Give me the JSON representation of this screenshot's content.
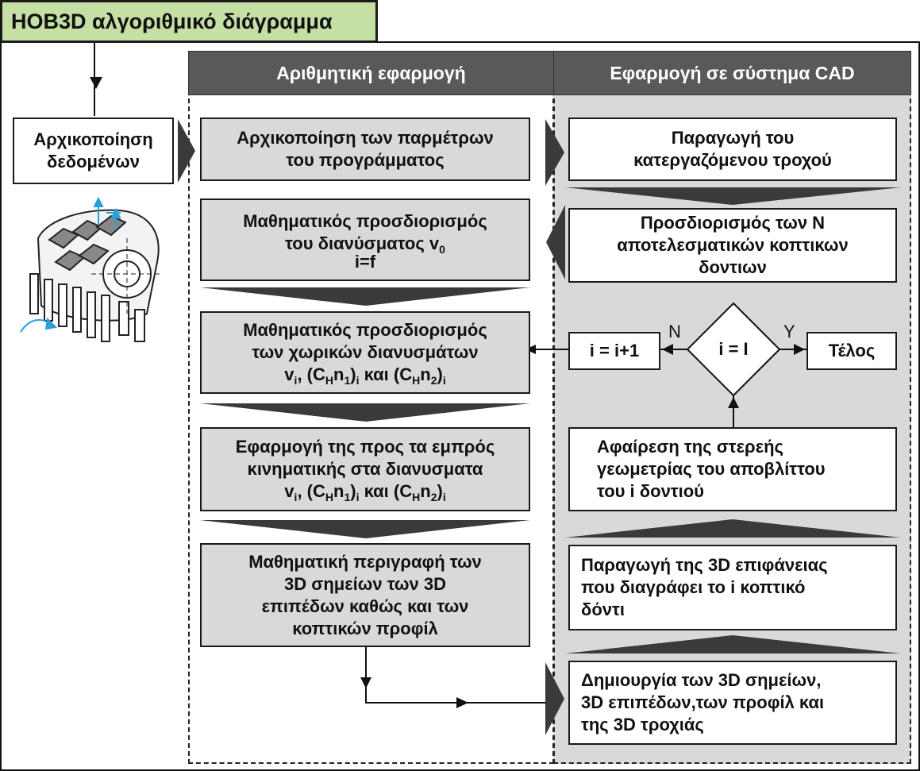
{
  "title": "HOB3D αλγοριθμικό διάγραμμα",
  "headers": {
    "left": "Αριθμητική εφαρμογή",
    "right": "Εφαρμογή σε σύστημα  CAD"
  },
  "input_box": [
    "Αρχικοποίηση",
    "δεδομένων"
  ],
  "left_steps": {
    "init": [
      "Αρχικοποίηση των παρμέτρων",
      "του προγράμματος"
    ],
    "v0": {
      "line1": "Μαθηματικός προσδιορισμός",
      "line2_text": "του διανύσματος v",
      "line2_sub": "0",
      "line3": "i=f"
    },
    "vectors": {
      "line1": "Μαθηματικός προσδιορισμός",
      "line2": "των χωρικών διανυσμάτων"
    },
    "kinematics": {
      "line1": "Εφαρμογή της προς τα εμπρός",
      "line2": "κινηματικής στα διανυσματα"
    },
    "vec_line": {
      "v": "v",
      "i": "i",
      "sep": ", (C",
      "H": "H",
      "n": "n",
      "one": "1",
      "two": "2",
      "and": ")",
      "kai": " και (C"
    },
    "points": [
      "Μαθηματική περιγραφή των",
      "3D σημείων των 3D",
      "επιπέδων καθώς και των",
      "κοπτικών προφίλ"
    ]
  },
  "right_steps": {
    "wheel": [
      "Παραγωγή του",
      "κατεργαζόμενου τροχού"
    ],
    "teeth": [
      "Προσδιορισμός των N",
      "αποτελεσματικών κοπτικων",
      "δοντιων"
    ],
    "increment": "i = i+1",
    "decision": "i = I",
    "end": "Τέλος",
    "no_label": "N",
    "yes_label": "Y",
    "subtract": [
      "Αφαίρεση της στερεής",
      "γεωμετρίας του αποβλίττου",
      "του i δοντιού"
    ],
    "surface": [
      "Παραγωγή της 3D επιφάνειας",
      "που διαγράφει το i  κοπτικό",
      "δόντι"
    ],
    "create": [
      "Δημιουργία των 3D σημείων,",
      "3D επιπέδων,των προφίλ και",
      "της 3D τροχιάς"
    ]
  },
  "colors": {
    "title_bg": "#c5dfa5",
    "header_bg": "#595959",
    "box_grey": "#d9d9d9",
    "arrow": "#3a3a3a",
    "icon_arrow": "#2a9fd8"
  }
}
